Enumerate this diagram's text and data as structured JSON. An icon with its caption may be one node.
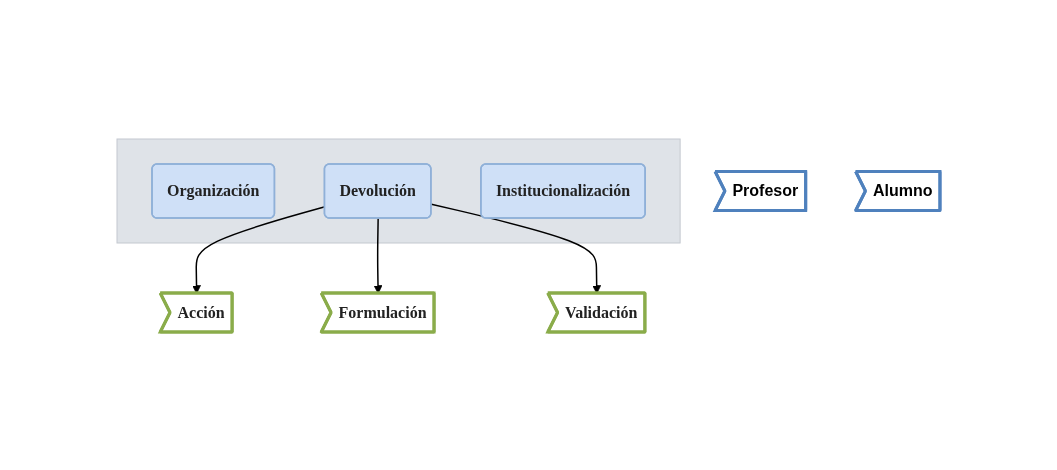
{
  "diagram": {
    "nodes": [
      {
        "text": [
          "Profesor"
        ]
      },
      {
        "text": [],
        "shape": "arrow"
      },
      {
        "text": [
          "Organización"
        ],
        "in": 1
      },
      {
        "text": [
          "Devolución"
        ],
        "in": 1
      },
      {
        "text": [
          "Institucionalización"
        ],
        "in": 1
      },
      {
        "text": [
          "Alumno"
        ]
      },
      {
        "text": [
          "Acción"
        ]
      },
      {
        "text": [
          "Formulación"
        ]
      },
      {
        "text": [
          "Validación"
        ]
      }
    ],
    "edges": [
      {
        "from": 3,
        "to": 6,
        "arrow": "to"
      },
      {
        "from": 3,
        "to": 7,
        "arrow": "to"
      },
      {
        "from": 3,
        "to": 8,
        "arrow": "to"
      }
    ]
  }
}
